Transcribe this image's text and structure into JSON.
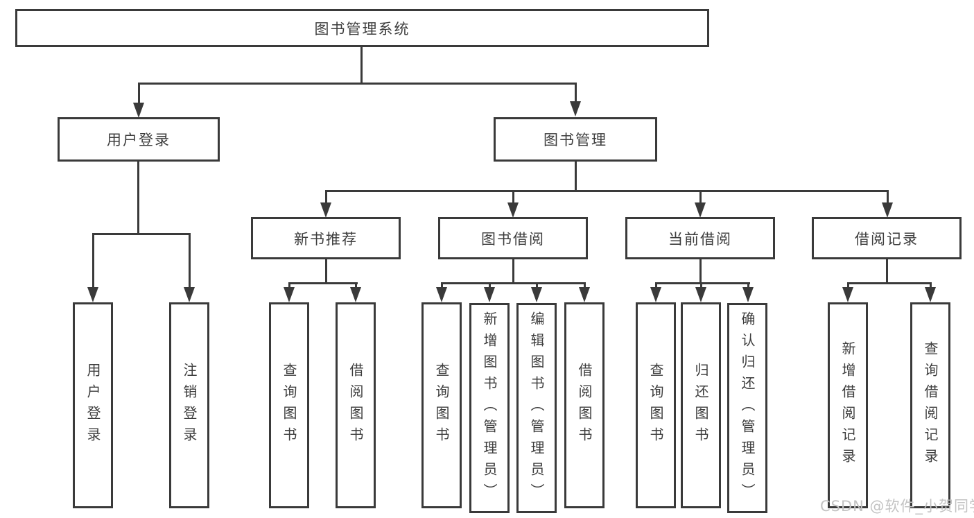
{
  "diagram": {
    "type": "hierarchy",
    "colors": {
      "line": "#3a3a3a",
      "text": "#3d3d3d",
      "box_background": "#ffffff",
      "watermark": "#c3c3c3"
    },
    "watermark": "CSDN @软件_小贺同学",
    "tree": {
      "label": "图书管理系统",
      "children": [
        {
          "label": "用户登录",
          "children": [
            {
              "label": "用户登录"
            },
            {
              "label": "注销登录"
            }
          ]
        },
        {
          "label": "图书管理",
          "children": [
            {
              "label": "新书推荐",
              "children": [
                {
                  "label": "查询图书"
                },
                {
                  "label": "借阅图书"
                }
              ]
            },
            {
              "label": "图书借阅",
              "children": [
                {
                  "label": "查询图书"
                },
                {
                  "label": "新增图书（管理员）"
                },
                {
                  "label": "编辑图书（管理员）"
                },
                {
                  "label": "借阅图书"
                }
              ]
            },
            {
              "label": "当前借阅",
              "children": [
                {
                  "label": "查询图书"
                },
                {
                  "label": "归还图书"
                },
                {
                  "label": "确认归还（管理员）"
                }
              ]
            },
            {
              "label": "借阅记录",
              "children": [
                {
                  "label": "新增借阅记录"
                },
                {
                  "label": "查询借阅记录"
                }
              ]
            }
          ]
        }
      ]
    }
  }
}
